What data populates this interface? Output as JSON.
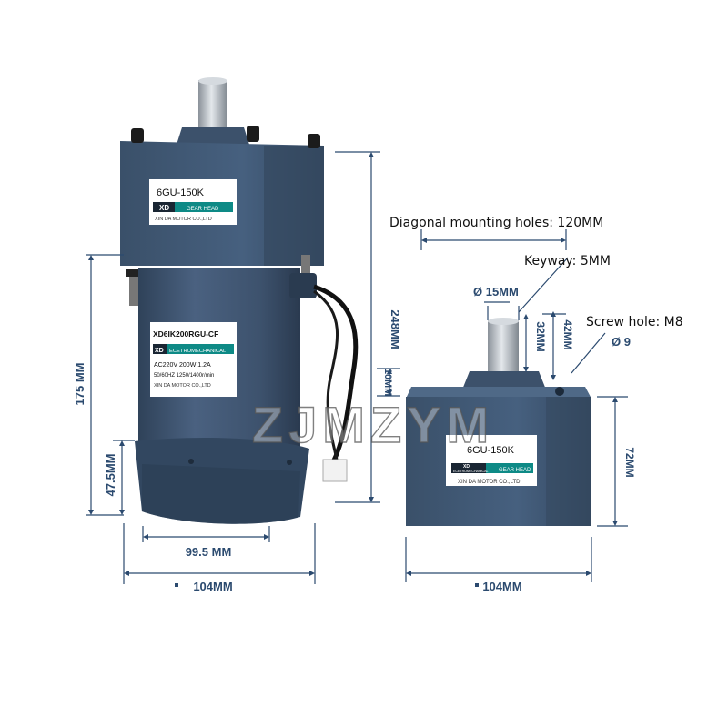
{
  "colors": {
    "motor_body": "#3f5570",
    "motor_dark": "#2c3e54",
    "label_teal": "#0e8a86",
    "dimension": "#2b4a6f",
    "shaft": "#b9bfc6"
  },
  "left_motor": {
    "gear_label": {
      "model": "6GU-150K",
      "brand": "XD",
      "teal": "GEAR HEAD",
      "maker": "XIN DA MOTOR CO.,LTD"
    },
    "motor_label": {
      "model": "XD6IK200RGU-CF",
      "brand": "XD",
      "teal": "ECETROMECHANICAL",
      "line1": "AC220V  200W  1.2A",
      "line2": "50/60HZ  1250/1400r/min",
      "maker": "XIN DA MOTOR CO.,LTD"
    }
  },
  "right_gearhead": {
    "label": {
      "model": "6GU-150K",
      "brand": "XD",
      "small": "ECETROMECHANICAL",
      "teal": "GEAR HEAD",
      "maker": "XIN DA MOTOR CO.,LTD"
    }
  },
  "dimensions": {
    "total_height": "248MM",
    "body_height": "175 MM",
    "cover_height": "47.5MM",
    "cover_width": "99.5 MM",
    "left_width": "104MM",
    "flange": "10MM",
    "shaft_dia": "Ø 15MM",
    "keyway_len": "32MM",
    "shaft_len": "42MM",
    "screw_dia": "Ø 9",
    "gear_height": "72MM",
    "right_width": "104MM"
  },
  "notes": {
    "diagonal": "Diagonal mounting holes: 120MM",
    "keyway": "Keyway: 5MM",
    "screw": "Screw hole: M8"
  },
  "watermark": "ZJMZYM"
}
